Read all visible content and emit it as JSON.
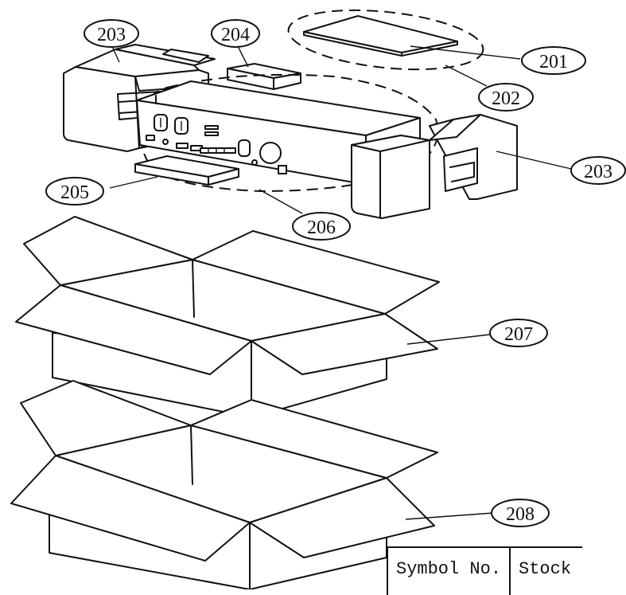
{
  "callouts": {
    "c201": "201",
    "c202": "202",
    "c203_left": "203",
    "c203_right": "203",
    "c204": "204",
    "c205": "205",
    "c206": "206",
    "c207": "207",
    "c208": "208"
  },
  "table": {
    "headers": [
      "Symbol No.",
      "Stock"
    ]
  }
}
